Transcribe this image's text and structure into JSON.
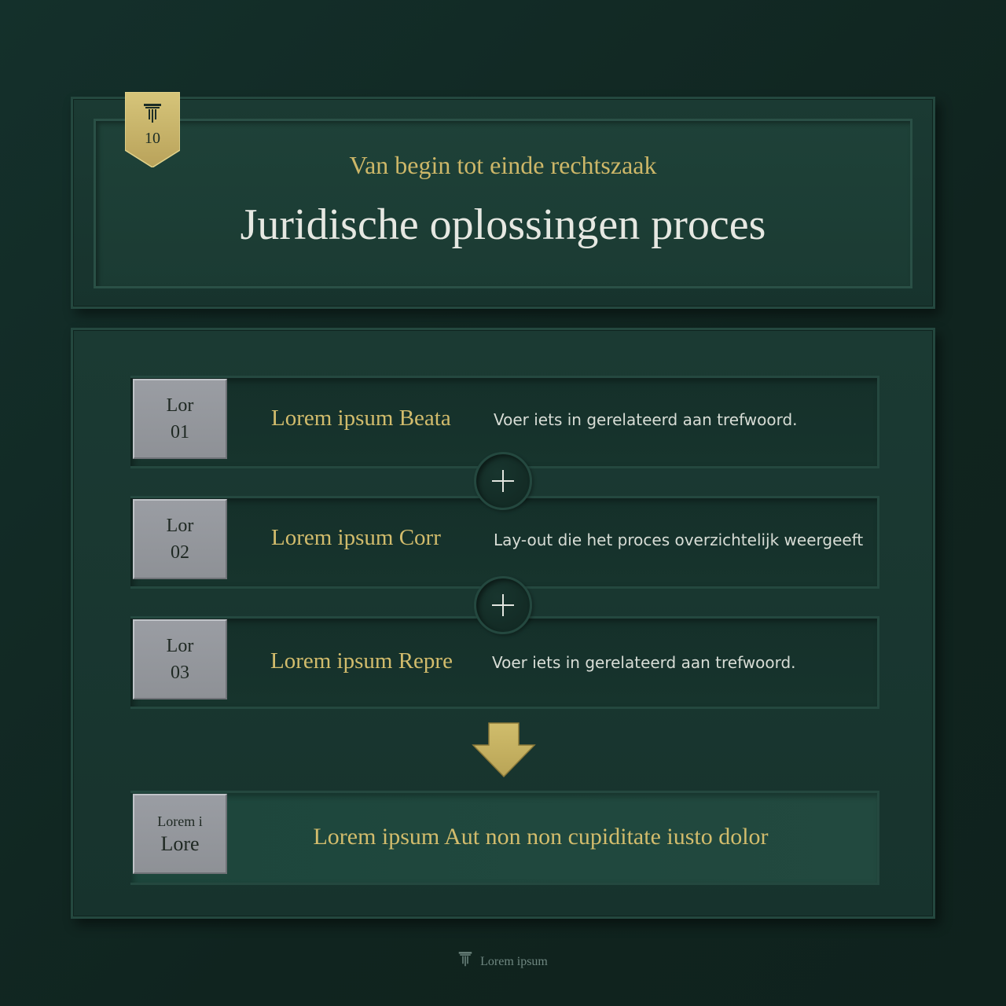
{
  "header": {
    "badge_number": "10",
    "badge_icon": "pillar-icon",
    "subtitle": "Van begin tot einde rechtszaak",
    "title": "Juridische oplossingen proces"
  },
  "steps": [
    {
      "label": "Lor",
      "number": "01",
      "heading": "Lorem ipsum Beata",
      "description": "Voer iets in gerelateerd aan trefwoord."
    },
    {
      "label": "Lor",
      "number": "02",
      "heading": "Lorem ipsum Corr",
      "description": "Lay-out die het proces overzichtelijk weergeeft"
    },
    {
      "label": "Lor",
      "number": "03",
      "heading": "Lorem ipsum Repre",
      "description": "Voer iets in gerelateerd aan trefwoord."
    }
  ],
  "connector_icon": "plus-icon",
  "arrow_icon": "arrow-down-icon",
  "result": {
    "label_small": "Lorem i",
    "label_large": "Lore",
    "text": "Lorem ipsum Aut non non cupiditate iusto dolor"
  },
  "footer": {
    "icon": "pillar-icon",
    "text": "Lorem ipsum"
  },
  "colors": {
    "background": "#12291f",
    "panel": "#1b3a33",
    "gold": "#cdb768",
    "title_text": "#e6e8e2",
    "number_box": "#9a9da3"
  }
}
